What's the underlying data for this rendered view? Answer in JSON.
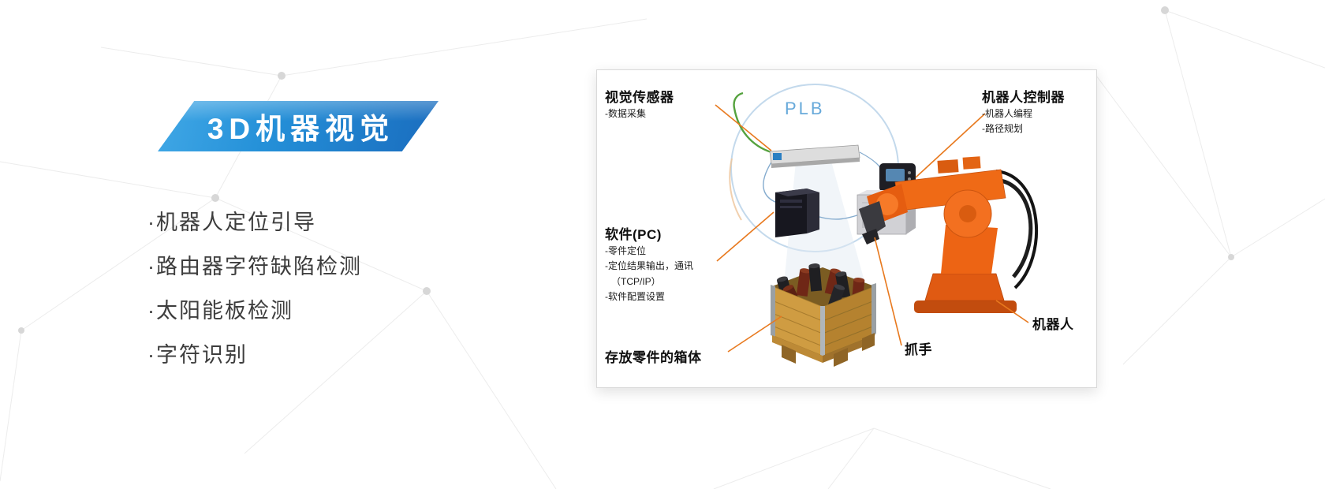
{
  "left": {
    "banner_title": "3D机器视觉",
    "features": [
      "·机器人定位引导",
      "·路由器字符缺陷检测",
      "·太阳能板检测",
      "·字符识别"
    ]
  },
  "diagram": {
    "plb": "PLB",
    "vision_sensor": {
      "title": "视觉传感器",
      "sub1": "-数据采集"
    },
    "software_pc": {
      "title": "软件(PC)",
      "sub1": "-零件定位",
      "sub2": "-定位结果输出，通讯",
      "sub3": "（TCP/IP）",
      "sub4": "-软件配置设置"
    },
    "robot_controller": {
      "title": "机器人控制器",
      "sub1": "-机器人编程",
      "sub2": "-路径规划"
    },
    "parts_box": {
      "title": "存放零件的箱体"
    },
    "gripper": {
      "title": "抓手"
    },
    "robot": {
      "title": "机器人"
    },
    "colors": {
      "banner_blue_light": "#38a0e2",
      "banner_blue_dark": "#1a6cbe",
      "plb_blue": "#67a9da",
      "callout_orange": "#e8791e",
      "robot_orange": "#ee6a18"
    }
  }
}
